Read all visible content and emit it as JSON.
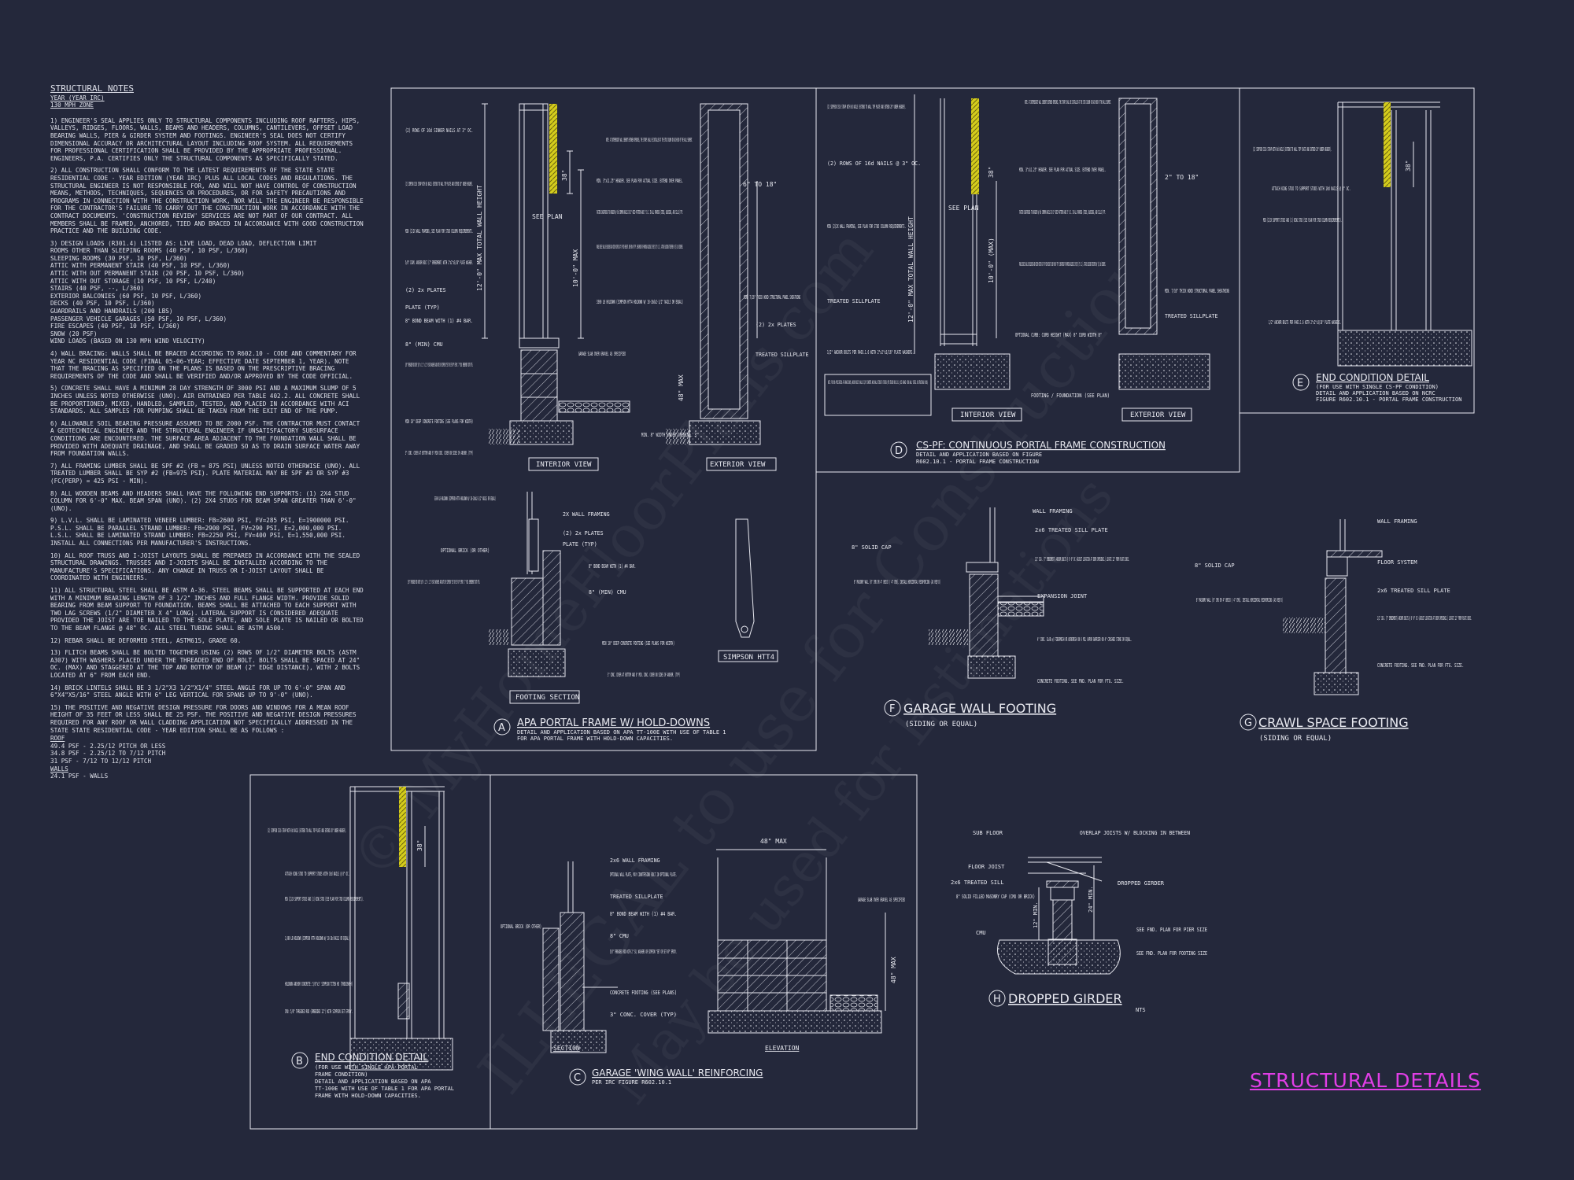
{
  "sheet": {
    "title": "STRUCTURAL DETAILS",
    "background": "#24283b",
    "line_color": "#e8e9f0",
    "accent_yellow": "#d4cc1c",
    "title_color": "#e13ee6"
  },
  "watermark": [
    "© MyHomeFloorPlans.com",
    "ILLEGAL to use for Construction",
    "May be used for Estimations"
  ],
  "notes": {
    "title": "STRUCTURAL NOTES",
    "sub1": "YEAR (YEAR IRC)",
    "sub2": "130 mph ZONE",
    "paragraphs": [
      "1) ENGINEER'S SEAL APPLIES ONLY TO STRUCTURAL COMPONENTS INCLUDING ROOF RAFTERS, HIPS, VALLEYS, RIDGES, FLOORS, WALLS, BEAMS AND HEADERS, COLUMNS, CANTILEVERS, OFFSET LOAD BEARING WALLS, PIER & GIRDER SYSTEM AND FOOTINGS. ENGINEER'S SEAL DOES NOT CERTIFY DIMENSIONAL ACCURACY OR ARCHITECTURAL LAYOUT INCLUDING ROOF SYSTEM. ALL REQUIREMENTS FOR PROFESSIONAL CERTIFICATION SHALL BE PROVIDED BY THE APPROPRIATE PROFESSIONAL. ENGINEERS, P.A. CERTIFIES ONLY THE STRUCTURAL COMPONENTS AS SPECIFICALLY STATED.",
      "2) ALL CONSTRUCTION SHALL CONFORM TO THE LATEST REQUIREMENTS OF THE STATE STATE RESIDENTIAL CODE - YEAR EDITION (YEAR IRC) PLUS ALL LOCAL CODES AND REGULATIONS. THE STRUCTURAL ENGINEER IS NOT RESPONSIBLE FOR, AND WILL NOT HAVE CONTROL OF CONSTRUCTION MEANS, METHODS, TECHNIQUES, SEQUENCES OR PROCEDURES, OR FOR SAFETY PRECAUTIONS AND PROGRAMS IN CONNECTION WITH THE CONSTRUCTION WORK, NOR WILL THE ENGINEER BE RESPONSIBLE FOR THE CONTRACTOR'S FAILURE TO CARRY OUT THE CONSTRUCTION WORK IN ACCORDANCE WITH THE CONTRACT DOCUMENTS. 'CONSTRUCTION REVIEW' SERVICES ARE NOT PART OF OUR CONTRACT. ALL MEMBERS SHALL BE FRAMED, ANCHORED, TIED AND BRACED IN ACCORDANCE WITH GOOD CONSTRUCTION PRACTICE AND THE BUILDING CODE."
    ],
    "loads_heading": "3) DESIGN LOADS (R301.4) LISTED AS: LIVE LOAD, DEAD LOAD, DEFLECTION LIMIT",
    "loads": [
      "ROOMS OTHER THAN SLEEPING ROOMS (40 PSF, 10 PSF, L/360)",
      "SLEEPING ROOMS (30 PSF, 10 PSF, L/360)",
      "ATTIC WITH PERMANENT STAIR (40 PSF, 10 PSF, L/360)",
      "ATTIC WITH OUT PERMANENT STAIR (20 PSF, 10 PSF, L/360)",
      "ATTIC WITH OUT STORAGE (10 PSF, 10 PSF, L/240)",
      "STAIRS (40 PSF, --, L/360)",
      "EXTERIOR BALCONIES (60 PSF, 10 PSF, L/360)",
      "DECKS (40 PSF, 10 PSF, L/360)",
      "GUARDRAILS AND HANDRAILS (200 LBS)",
      "PASSENGER VEHICLE GARAGES (50 PSF, 10 PSF, L/360)",
      "FIRE ESCAPES (40 PSF, 10 PSF, L/360)",
      "SNOW (20 PSF)",
      "WIND LOADS (BASED ON 130 MPH WIND VELOCITY)"
    ],
    "paragraphs2": [
      "4) WALL BRACING: WALLS SHALL BE BRACED ACCORDING TO R602.10 - CODE AND COMMENTARY FOR YEAR NC RESIDENTIAL CODE (FINAL 05-06-YEAR; EFFECTIVE DATE SEPTEMBER 1, YEAR). NOTE THAT THE BRACING AS SPECIFIED ON THE PLANS IS BASED ON THE PRESCRIPTIVE BRACING REQUIREMENTS OF THE CODE AND SHALL BE VERIFIED AND/OR APPROVED BY THE CODE OFFICIAL.",
      "5) CONCRETE SHALL HAVE A MINIMUM 28 DAY STRENGTH OF 3000 PSI AND A MAXIMUM SLUMP OF 5 INCHES UNLESS NOTED OTHERWISE (UNO). AIR ENTRAINED PER TABLE 402.2. ALL CONCRETE SHALL BE PROPORTIONED, MIXED, HANDLED, SAMPLED, TESTED, AND PLACED IN ACCORDANCE WITH ACI STANDARDS. ALL SAMPLES FOR PUMPING SHALL BE TAKEN FROM THE EXIT END OF THE PUMP.",
      "6) ALLOWABLE SOIL BEARING PRESSURE ASSUMED TO BE 2000 PSF. THE CONTRACTOR MUST CONTACT A GEOTECHNICAL ENGINEER AND THE STRUCTURAL ENGINEER IF UNSATISFACTORY SUBSURFACE CONDITIONS ARE ENCOUNTERED. THE SURFACE AREA ADJACENT TO THE FOUNDATION WALL SHALL BE PROVIDED WITH ADEQUATE DRAINAGE, AND SHALL BE GRADED SO AS TO DRAIN SURFACE WATER AWAY FROM FOUNDATION WALLS.",
      "7) ALL FRAMING LUMBER SHALL BE SPF #2 (Fb = 875 PSI) UNLESS NOTED OTHERWISE (UNO). ALL TREATED LUMBER SHALL BE SYP #2 (Fb=975 PSI). PLATE MATERIAL MAY BE SPF #3 OR SYP #3 (Fc(perp) = 425 PSI - MIN).",
      "8) ALL WOODEN BEAMS AND HEADERS SHALL HAVE THE FOLLOWING END SUPPORTS: (1) 2x4 STUD COLUMN FOR 6'-0\" MAX. BEAM SPAN (UNO). (2) 2x4 STUDS FOR BEAM SPAN GREATER THAN 6'-0\" (UNO).",
      "9) L.V.L. SHALL BE LAMINATED VENEER LUMBER: Fb=2600 PSI, Fv=285 PSI, E=1900000 PSI. P.S.L. SHALL BE PARALLEL STRAND LUMBER: Fb=2900 PSI, Fv=290 PSI, E=2,000,000 PSI. L.S.L. SHALL BE LAMINATED STRAND LUMBER: Fb=2250 PSI, Fv=400 PSI, E=1,550,000 PSI. INSTALL ALL CONNECTIONS PER MANUFACTURER'S INSTRUCTIONS.",
      "10) ALL ROOF TRUSS AND I-JOIST LAYOUTS SHALL BE PREPARED IN ACCORDANCE WITH THE SEALED STRUCTURAL DRAWINGS. TRUSSES AND I-JOISTS SHALL BE INSTALLED ACCORDING TO THE MANUFACTURE'S SPECIFICATIONS. ANY CHANGE IN TRUSS OR I-JOIST LAYOUT SHALL BE COORDINATED WITH ENGINEERS.",
      "11) ALL STRUCTURAL STEEL SHALL BE ASTM A-36. STEEL BEAMS SHALL BE SUPPORTED AT EACH END WITH A MINIMUM BEARING LENGTH OF 3 1/2\" INCHES AND FULL FLANGE WIDTH. PROVIDE SOLID BEARING FROM BEAM SUPPORT TO FOUNDATION. BEAMS SHALL BE ATTACHED TO EACH SUPPORT WITH TWO LAG SCREWS (1/2\" DIAMETER x 4\" LONG). LATERAL SUPPORT IS CONSIDERED ADEQUATE PROVIDED THE JOIST ARE TOE NAILED TO THE SOLE PLATE, AND SOLE PLATE IS NAILED OR BOLTED TO THE BEAM FLANGE @ 48\" OC. ALL STEEL TUBING SHALL BE ASTM A500.",
      "12) REBAR SHALL BE DEFORMED STEEL, ASTM615, GRADE 60.",
      "13) FLITCH BEAMS SHALL BE BOLTED TOGETHER USING (2) ROWS OF 1/2\" DIAMETER BOLTS (ASTM A307) WITH WASHERS PLACED UNDER THE THREADED END OF BOLT. BOLTS SHALL BE SPACED AT 24\" OC. (MAX) AND STAGGERED AT THE TOP AND BOTTOM OF BEAM (2\" EDGE DISTANCE), WITH 2 BOLTS LOCATED AT 6\" FROM EACH END.",
      "14) BRICK LINTELS SHALL BE 3 1/2\"x3 1/2\"x1/4\" STEEL ANGLE FOR UP TO 6'-0\" SPAN AND 6\"x4\"x5/16\" STEEL ANGLE WITH 6\" LEG VERTICAL FOR SPANS UP TO 9'-0\" (UNO).",
      "15) THE POSITIVE AND NEGATIVE DESIGN PRESSURE FOR DOORS AND WINDOWS FOR A MEAN ROOF HEIGHT OF 35 FEET OR LESS SHALL BE 25 PSF. THE POSITIVE AND NEGATIVE DESIGN PRESSURES REQUIRED FOR ANY ROOF OR WALL CLADDING APPLICATION NOT SPECIFICALLY ADDRESSED IN THE STATE STATE RESIDENTIAL CODE - YEAR EDITION SHALL BE AS FOLLOWS :"
    ],
    "roof_heading": "ROOF",
    "roof": [
      "49.4 PSF - 2.25/12 PITCH OR LESS",
      "34.8 PSF - 2.25/12 TO 7/12 PITCH",
      "31 PSF - 7/12 TO 12/12 PITCH"
    ],
    "walls_heading": "WALLS",
    "walls": [
      "24.1 PSF - WALLS"
    ]
  },
  "details": {
    "A": {
      "title": "APA PORTAL FRAME W/ HOLD-DOWNS",
      "sub1": "DETAIL AND APPLICATION BASED ON APA TT-100E WITH USE OF TABLE 1",
      "sub2": "FOR APA PORTAL FRAME WITH HOLD-DOWN CAPACITIES.",
      "interior_view": "INTERIOR VIEW",
      "exterior_view": "EXTERIOR VIEW",
      "footing_section": "FOOTING SECTION",
      "simpson": "SIMPSON HTT4",
      "dim_wall": "12'-0\" MAX TOTAL WALL HEIGHT",
      "dim_header": "10'-0\" MAX",
      "dim_top": "6\" TO 18\"",
      "dim_48": "48\" MAX",
      "dim_38": "38\"",
      "see_plan": "SEE PLAN",
      "labels_left": [
        "(2) ROWS OF 16d SINKER NAILS AT 3\" OC.",
        "(2) SIMPSON CS16 STRAP WITH 8d NAILS (EXTEND TO WALL TOP PLATE AND EXTEND 28\" UNDER HEADER).",
        "MIN (2)2X WALL FRAMING, SEE PLAN FOR STUD COLUMN REQUIREMENTS.",
        "5/8\" DIAM. ANCHOR BOLT (7\" EMBEDMENT) WITH 2\"x2\"x3/16\" PLATE WASHER.",
        "(2) 2x PLATES",
        "PLATE (TYP)",
        "8\" BOND BEAM WITH (1) #4 BAR.",
        "8\" (MIN) CMU",
        "5/8\" THREADED ROD WITH 5/8\" x 1.5\" x 1.5\" PLATE WASHERS AND NUTS OR SIMPSON \"SET OR SET-XP\" EPOXY. 7\" MIN. EMBEDMENT INTO FTG.",
        "MIN 10\" DEEP CONCRETE FOOTING (SEE PLANS FOR WIDTH)",
        "3\" CONC. COVER AT BOTTOM AND 6\" MIN CONC. COVER ON SIDES OF ANCHOR. (TYP)"
      ],
      "labels_mid": [
        "NOTE: AT INTERMEDIATE WALL SEGMENTS BETWEEN OPENINGS, THE STRAPS SHALL BE INSTALLED AT THE STUD COLUMN ON EACH END OF THE WALL SEGMENT.",
        "MIN. 3\"x11.25\" HEADER. SEE PLAN FOR ACTUAL SIZE. EXTEND OVER PANEL.",
        "FASTEN SHEATHING TO HEADER W/ 8d COMMON NAILS IN 3\" GRID PATTERN AND 3\" O.C. IN ALL FRAMING (STUDS, BLOCKING, AND SILLS) TYP.",
        "PANEL EDGES SHALL BE BLOCKED AND OCCUR WITHIN 24\" OF MID-HEIGHT. ONE ROW OF TYP. SHEATHING-TO-FRAMING NAILING IS REQ'D (3\" O.C.). ATTACH BLOCKING TOGETHER W/ (3) 16d SINKERS.",
        "3300 LB HOLDOWN (SIMPSON HTT4 HOLDOWN W/ 18-16dx2-1/2\" NAILS OR EQUAL)",
        "GARAGE SLAB OVER GRAVEL AS SPECIFIED",
        "MIN. 7/16\" THICK WOOD STRUCTURAL PANEL SHEATHING",
        "(2) 2x PLATES",
        "TREATED SILLPLATE",
        "MIN. 8\" WIDTH UNDER OPENING. 3\""
      ],
      "labels_foot": [
        "3300 LB HOLDOWN (SIMPSON HTT4 HOLDOWN W/ 18-16dx2-1/2\" NAILS OR EQUAL)",
        "2X WALL FRAMING",
        "(2) 2x PLATES",
        "PLATE (TYP)",
        "OPTIONAL BRICK (OR OTHER)",
        "8\" BOND BEAM WITH (1) #4 BAR.",
        "8\" (MIN) CMU",
        "5/8\" THREADED ROD WITH 5/8\" x 1.5\" x 1.5\" PLATE WASHERS AND NUTS OR SIMPSON \"SET OR SET-XP\" EPOXY. 7\" MIN. EMBEDMENT INTO FTG.",
        "MIN 10\" DEEP CONCRETE FOOTING (SEE PLANS FOR WIDTH)",
        "3\" CONC. COVER AT BOTTOM AND 6\" MIN. CONC. COVER ON SIDES OF ANCHOR. (TYP)"
      ]
    },
    "B": {
      "title": "END CONDITION DETAIL",
      "sub1": "(FOR USE WITH SINGLE APA PORTAL",
      "sub2": "FRAME CONDITION)",
      "sub3": "DETAIL AND APPLICATION BASED ON APA",
      "sub4": "TT-100E WITH USE OF TABLE 1 FOR APA PORTAL",
      "sub5": "FRAME WITH HOLD-DOWN CAPACITIES.",
      "dim": "38\"",
      "labels": [
        "(2) SIMPSON CS16 STRAP WITH 8d NAILS (EXTEND TO WALL TOP PLATE AND EXTEND 28\" UNDER HEADER).",
        "ATTACH KING STUD TO SUPPORT STUDS WITH 10d NAILS @ 8\" OC.",
        "MIN (2)2X SUPPORT STUDS AND (1) KING STUD (SEE PLAN FOR STUD COLUMN REQUIREMENTS).",
        "1,000 LB HOLDOWN (SIMPSON HTT4 HOLDOWN W/ 18-16d NAILS OR EQUAL)",
        "HOLDOWN ANCHOR CONCRETE: 5/8\"x3' SIMPSON TITEN HD (THD62600H)",
        "CMU: 5/8\" THREADED ROD (EMBEDDED 12\") WITH SIMPSON SET EPOXY."
      ]
    },
    "C": {
      "title": "GARAGE 'WING WALL' REINFORCING",
      "sub": "PER IRC FIGURE R602.10.1",
      "section": "SECTION",
      "elevation": "ELEVATION",
      "dim_48": "48\" MAX",
      "dim_vert": "48\" MAX",
      "labels": [
        "2x6 WALL FRAMING",
        "OPTIONAL WALL PLATE, MAY COUNTERSINK BOLT IN OPTIONAL PLATE.",
        "TREATED SILLPLATE",
        "OPTIONAL BRICK (OR OTHER)",
        "8\" BOND BEAM WITH (1) #4 BAR.",
        "8\" CMU",
        "5/8\" THREADED ROD WITH 2\" SQ. WASHERS OR SIMPSON \"SET OR SET-XP\" EPOXY.",
        "CONCRETE FOOTING (SEE PLANS)",
        "3\" CONC. COVER (TYP)",
        "GARAGE SLAB OVER GRAVEL AS SPECIFIED"
      ]
    },
    "D": {
      "title": "CS-PF: CONTINUOUS PORTAL FRAME CONSTRUCTION",
      "sub1": "DETAIL AND APPLICATION BASED ON FIGURE",
      "sub2": "R602.10.1 - PORTAL FRAME CONSTRUCTION",
      "interior_view": "INTERIOR VIEW",
      "exterior_view": "EXTERIOR VIEW",
      "dim_wall": "12'-0\" MAX TOTAL WALL HEIGHT",
      "dim_header": "10'-0\" (MAX)",
      "dim_top": "2\" TO 18\"",
      "dim_38": "38\"",
      "see_plan": "SEE PLAN",
      "note_box": "NOTE: FOR CMU APPLICATIONS AT GARAGE DOORS, ANCHOR BOLTS SHALL BE 5/8\" DIAMETER AND SHALL EXTEND TO FOOTING (PER FIGURE R602.10.1) (SEE GARAGE 'WING WALL' DETAIL ON STRUCTURAL PLANS)",
      "labels": [
        "(2) SIMPSON CS16 STRAP WITH 8d NAILS (EXTEND TO WALL TOP PLATE AND EXTEND 28\" UNDER HEADER).",
        "(2) ROWS OF 16d NAILS @ 3\" OC.",
        "MIN (2)2X WALL FRAMING, SEE PLAN FOR STUD COLUMN REQUIREMENTS.",
        "TREATED SILLPLATE",
        "1/2\" ANCHOR BOLTS PER R403.1.6 WITH 2\"x2\"x3/16\" PLATE WASHERS.",
        "NOTE: AT INTERMEDIATE WALL SEGMENTS BETWEEN OPENINGS, THE STRAPS SHALL BE INSTALLED AT THE STUD COLUMN ON EACH END OF THE WALL SEGMENT.",
        "MIN. 3\"x11.25\" HEADER. SEE PLAN FOR ACTUAL SIZE. EXTEND OVER PANEL.",
        "FASTEN SHEATHING TO HEADER W/ 8d COMMON NAILS IN 3\" GRID PATTERN AND 3\" O.C. IN ALL FRAMING (STUDS, BLOCKING, AND SILLS) TYP.",
        "PANEL EDGES SHALL BE BLOCKED AND OCCUR WITHIN 24\" OF MID-HEIGHT. ONE ROW OF TYP. SHEATHING-TO-FRAMING NAILING IS REQ'D (3\" O.C.). ATTACH BLOCKING TOGETHER W/ (3) 16d SINKERS.",
        "MIN. 7/16\" THICK WOOD STRUCTURAL PANEL SHEATHING",
        "TREATED SILLPLATE",
        "OPTIONAL CURB: CURB HEIGHT (MAX) 8\" CURB WIDTH 8\"",
        "FOOTING / FOUNDATION (SEE PLAN)"
      ]
    },
    "E": {
      "title": "END CONDITION DETAIL",
      "sub1": "(FOR USE WITH SINGLE CS-PF CONDITION)",
      "sub2": "DETAIL AND APPLICATION BASED ON NCRC",
      "sub3": "FIGURE R602.10.1 - PORTAL FRAME CONSTRUCTION",
      "dim": "38\"",
      "labels": [
        "(2) SIMPSON CS16 STRAP WITH 8d NAILS (EXTEND TO WALL TOP PLATE AND EXTEND 28\" UNDER HEADER).",
        "ATTACH KING STUD TO SUPPORT STUDS WITH 10d NAILS @ 8\" OC.",
        "MIN (2)2X SUPPORT STUDS AND (1) KING STUD (SEE PLAN FOR STUD COLUMN REQUIREMENTS).",
        "1/2\" ANCHOR BOLTS PER R403.1.6 WITH 2\"x2\"x3/16\" PLATE WASHERS."
      ]
    },
    "F": {
      "title": "GARAGE WALL FOOTING",
      "sub": "(SIDING OR EQUAL)",
      "labels": [
        "WALL FRAMING",
        "2x6 TREATED SILL PLATE",
        "8\" SOLID CAP",
        "1/2\" DIA. (7\" EMBEDMENT) ANCHOR BOLTS @ 6'-0\" OC (ADJUST LOCATION AT DOOR OPENINGS.) LOCATE 12\" FROM PLATE ENDS.",
        "8\" MASONRY WALL (8\" CMU OR 4\" BRICK / 4\" CMU). INSTALL HORIZONTAL REINFORCING (AS REQ'D)",
        "EXPANSION JOINT",
        "4\" CONC. SLAB w/ FIBERMESH OR WIREMESH ON 6 MIL VAPOR BARRIER ON 4\" CRUSHED STONE OR EQUAL.",
        "CONCRETE FOOTING. SEE FND. PLAN FOR FTG. SIZE."
      ]
    },
    "G": {
      "title": "CRAWL SPACE FOOTING",
      "sub": "(SIDING OR EQUAL)",
      "labels": [
        "WALL FRAMING",
        "FLOOR SYSTEM",
        "8\" SOLID CAP",
        "2x6 TREATED SILL PLATE",
        "8\" MASONRY WALL (8\" CMU OR 4\" BRICK / 4\" CMU). INSTALL HORIZONTAL REINFORCING (AS REQ'D)",
        "1/2\" DIA. (7\" EMBEDMENT) ANCHOR BOLTS @ 6'-0\" OC (ADJUST LOCATION AT DOOR OPENINGS.) LOCATE 12\" FROM PLATE ENDS.",
        "CONCRETE FOOTING. SEE FND. PLAN FOR FTG. SIZE."
      ]
    },
    "H": {
      "title": "DROPPED GIRDER",
      "sub": "NTS",
      "dim1": "12\" MIN.",
      "dim2": "24\" MIN.",
      "labels": [
        "SUB FLOOR",
        "OVERLAP JOISTS W/ BLOCKING IN BETWEEN",
        "FLOOR JOIST",
        "2x6 TREATED SILL",
        "DROPPED GIRDER",
        "8\" SOLID FILLED MASONRY CAP (CMU OR BRICK)",
        "CMU",
        "SEE FND. PLAN FOR PIER SIZE",
        "SEE FND. PLAN FOR FOOTING SIZE"
      ]
    }
  }
}
